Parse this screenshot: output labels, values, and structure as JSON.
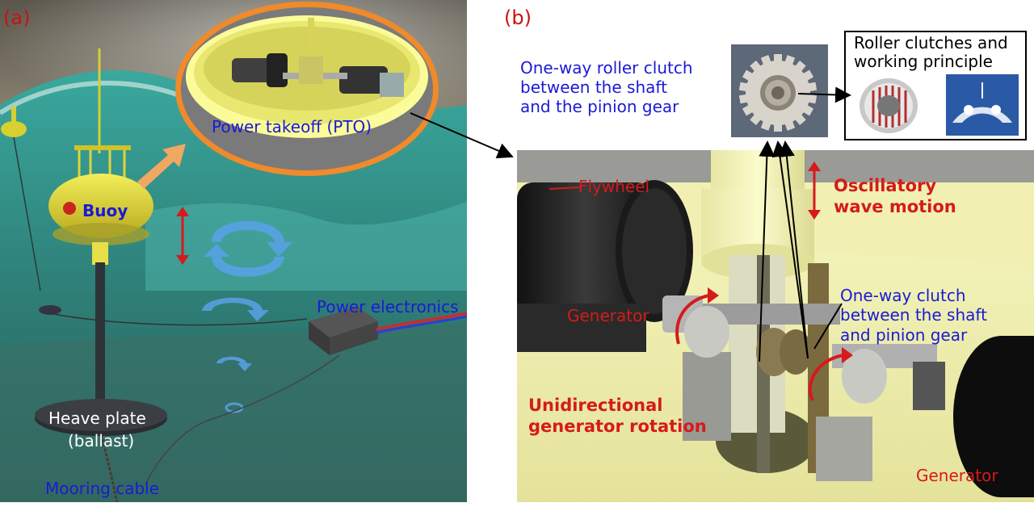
{
  "panel_a": {
    "letter": "(a)",
    "labels": {
      "pto": "Power takeoff (PTO)",
      "buoy": "Buoy",
      "power_electronics": "Power electronics",
      "heave_plate": "Heave plate",
      "ballast": "(ballast)",
      "mooring": "Mooring cable"
    }
  },
  "panel_b": {
    "letter": "(b)",
    "labels": {
      "roller_clutch": [
        "One-way roller clutch",
        "between the shaft",
        "and the pinion gear"
      ],
      "rc_box_title": [
        "Roller clutches and",
        "working principle"
      ],
      "flywheel": "Flywheel",
      "oscillatory": [
        "Oscillatory",
        "wave motion"
      ],
      "generator_left": "Generator",
      "one_way_clutch": [
        "One-way clutch",
        "between the shaft",
        "and pinion gear"
      ],
      "unidirectional": [
        "Unidirectional",
        "generator rotation"
      ],
      "generator_right": "Generator"
    }
  },
  "colors": {
    "label_blue": "#1a1ad6",
    "label_red": "#d61a1a",
    "sea": "#3f9c96",
    "yellow": "#eef08a",
    "orange_ring": "#f08a2a"
  }
}
